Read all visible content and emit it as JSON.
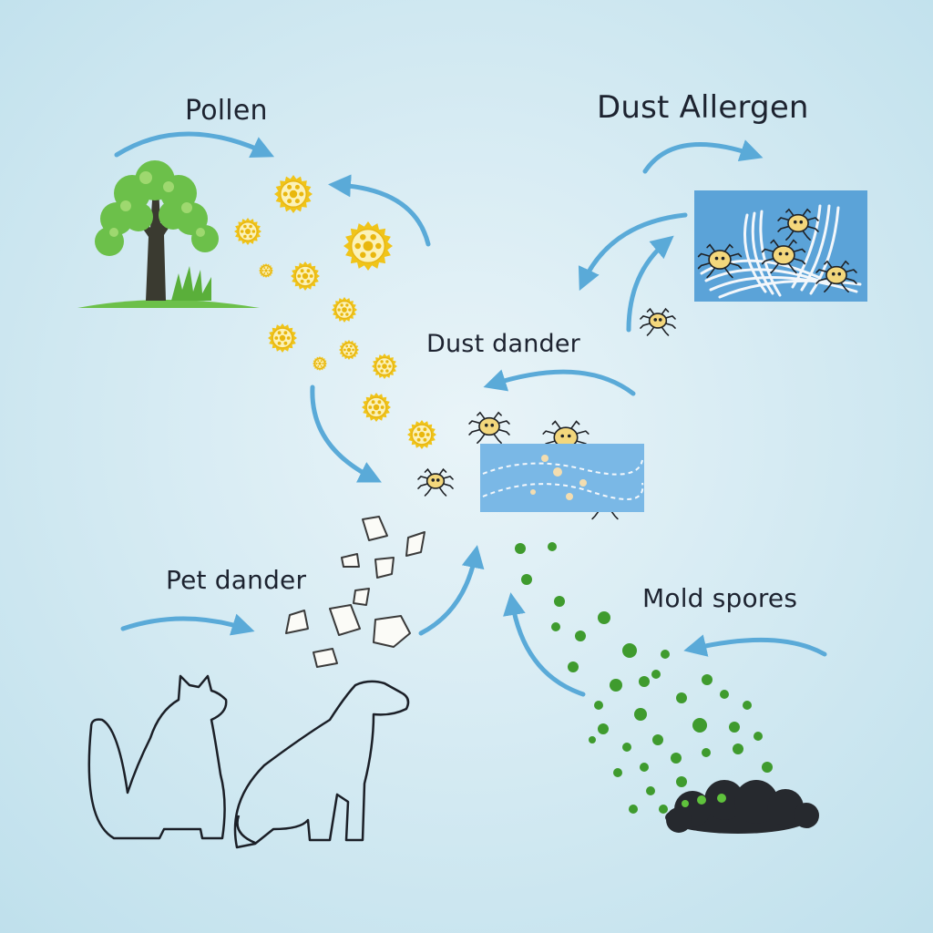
{
  "labels": {
    "pollen": "Pollen",
    "dust_allergen": "Dust Allergen",
    "dust_dander": "Dust dander",
    "pet_dander": "Pet dander",
    "mold_spores": "Mold spores"
  },
  "icons": [
    "tree-icon",
    "pollen-grain-icon",
    "dust-mite-icon",
    "fabric-fibers-icon",
    "dander-flake-icon",
    "cat-outline-icon",
    "dog-outline-icon",
    "mold-spore-icon",
    "mold-patch-icon",
    "flow-arrow-icon"
  ],
  "colors": {
    "background": "#d6ebf3",
    "arrow": "#5aaad8",
    "panel": "#5ba3d8",
    "pollen": "#f0c419",
    "mite": "#f3d77c",
    "spore": "#3f9b2e",
    "mold": "#26292e",
    "tree_leaves": "#6cc04a",
    "text": "#1d2330"
  }
}
